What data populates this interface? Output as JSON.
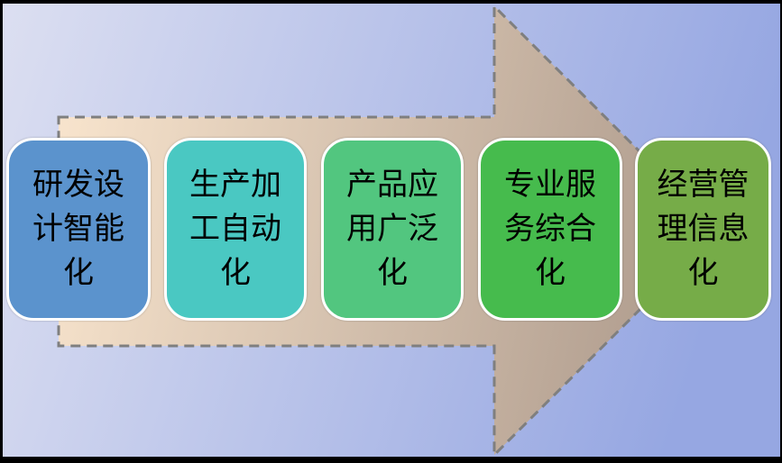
{
  "background": {
    "gradient_from": "#DCDFF1",
    "gradient_to": "#96A7E2",
    "frame_color": "#000000"
  },
  "arrow": {
    "name": "rightward process arrow",
    "fill_from": "#F7E3CC",
    "fill_to": "#AB988A",
    "border_color": "#7F7F7F",
    "border_style": "dashed"
  },
  "text_color": "#000000",
  "boxes": [
    {
      "label": "研发设计智能化",
      "lines": [
        "研发设",
        "计智能",
        "化"
      ],
      "color": "#5B93CD"
    },
    {
      "label": "生产加工自动化",
      "lines": [
        "生产加",
        "工自动",
        "化"
      ],
      "color": "#4AC8C2"
    },
    {
      "label": "产品应用广泛化",
      "lines": [
        "产品应",
        "用广泛",
        "化"
      ],
      "color": "#52C67F"
    },
    {
      "label": "专业服务综合化",
      "lines": [
        "专业服",
        "务综合",
        "化"
      ],
      "color": "#46BB4D"
    },
    {
      "label": "经营管理信息化",
      "lines": [
        "经营管",
        "理信息",
        "化"
      ],
      "color": "#76AC48"
    }
  ]
}
